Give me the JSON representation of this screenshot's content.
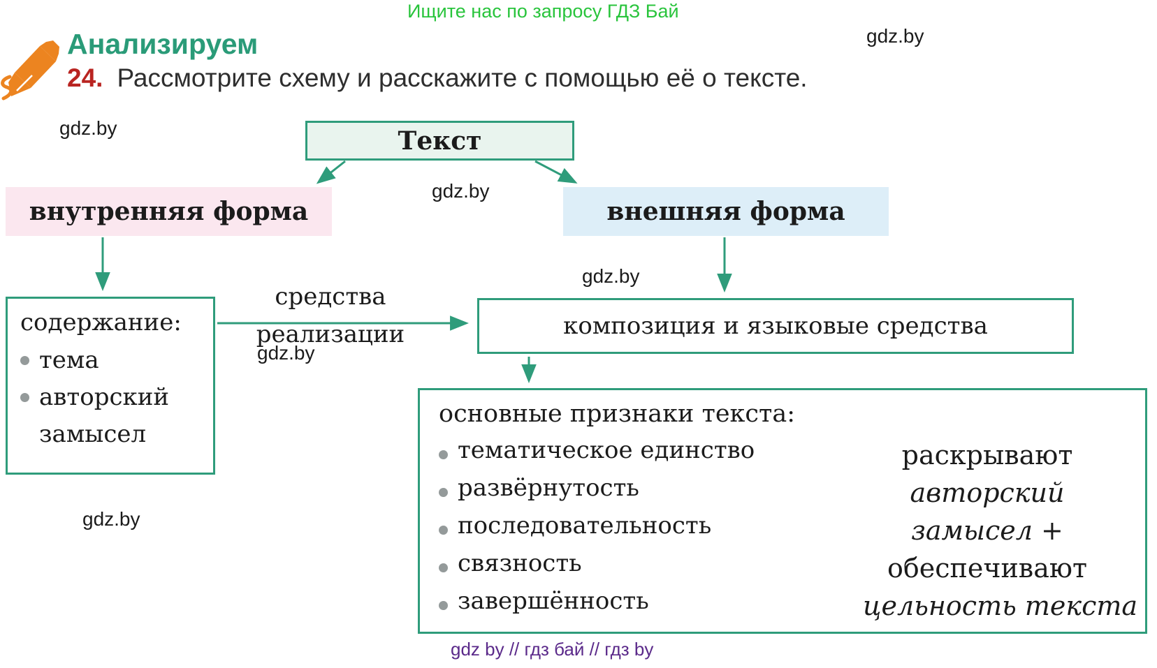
{
  "banner": {
    "text": "Ищите нас по запросу ГДЗ Бай"
  },
  "watermark": {
    "site": "gdz.by",
    "footer": "gdz by  //  гдз бай  //  гдз by"
  },
  "header": {
    "section_label": "Анализируем",
    "exercise_number": "24.",
    "task": "Рассмотрите схему и расскажите с помощью её о тексте."
  },
  "diagram": {
    "root": {
      "label": "Текст"
    },
    "branches": {
      "left": {
        "label": "внутренняя форма"
      },
      "right": {
        "label": "внешняя форма"
      }
    },
    "content_box": {
      "title": "содержание:",
      "items": [
        "тема",
        "авторский замысел"
      ]
    },
    "connector": {
      "lines": [
        "средства",
        "реализации"
      ]
    },
    "composition_box": {
      "label": "композиция и языковые средства"
    },
    "features_box": {
      "title": "основные признаки текста:",
      "items": [
        "тематическое единство",
        "развёрнутость",
        "последовательность",
        "связность",
        "завершённость"
      ],
      "result": [
        {
          "text": "раскрывают",
          "italic": false
        },
        {
          "text": "авторский",
          "italic": true
        },
        {
          "text": "замысел +",
          "italic": true
        },
        {
          "text": "обеспечивают",
          "italic": false
        },
        {
          "text": "цельность текста",
          "italic": true
        }
      ]
    }
  },
  "colors": {
    "diagram_green": "#2f9c7b",
    "banner_green": "#29c43c",
    "heading_teal": "#2a9b78",
    "number_red": "#b92421",
    "pink_fill": "#fbe7ef",
    "blue_fill": "#ddeef8",
    "green_fill": "#e9f4ee",
    "footer_purple": "#5b2a8a",
    "bullet_gray": "#949a9a",
    "pen_orange": "#ec8420"
  }
}
